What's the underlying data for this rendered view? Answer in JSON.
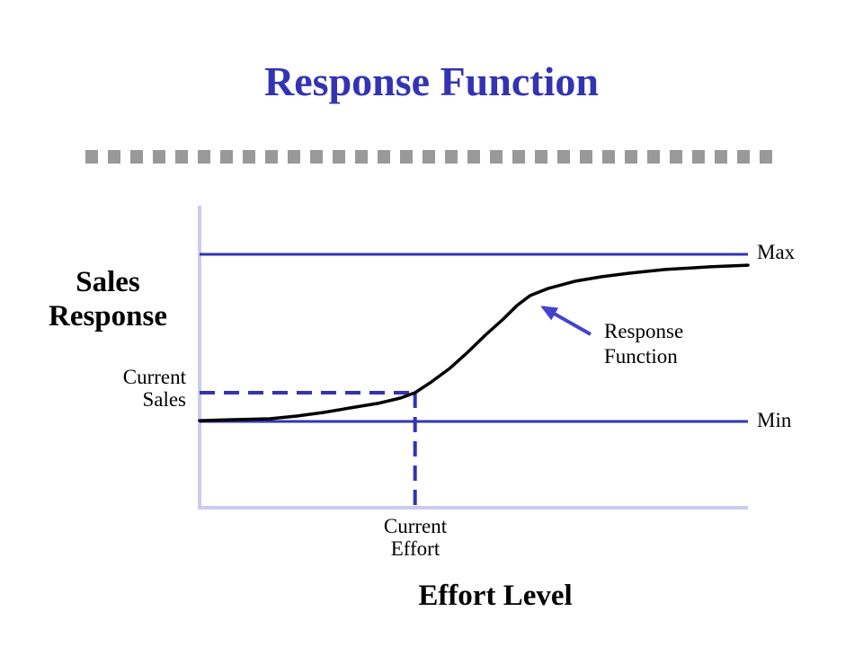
{
  "slide": {
    "title": "Response Function"
  },
  "labels": {
    "y_axis": [
      "Sales",
      "Response"
    ],
    "x_axis": "Effort Level",
    "max": "Max",
    "min": "Min",
    "current_sales": [
      "Current",
      "Sales"
    ],
    "current_effort": [
      "Current",
      "Effort"
    ],
    "annotation": [
      "Response",
      "Function"
    ]
  },
  "colors": {
    "title_blue": "#3333B3",
    "line_blue": "#3333B3",
    "arrow_blue": "#4343CF",
    "axis_lavender": "#CBCBF0",
    "curve_black": "#000000",
    "divider_gray": "#999999",
    "text_black": "#000000",
    "background": "#FFFFFF"
  },
  "chart_data": {
    "type": "line",
    "title": "Response Function",
    "xlabel": "Effort Level",
    "ylabel": "Sales Response",
    "x_range": [
      0,
      1
    ],
    "y_range": [
      0,
      1
    ],
    "grid": false,
    "axes_style": "qualitative - no tick marks or numeric scale; pale lavender axis lines",
    "series": [
      {
        "name": "Response Function",
        "shape": "sigmoid s-curve: flat near Min at low effort, steep rise after current effort, saturating toward Max",
        "points": [
          [
            0.0,
            0.005
          ],
          [
            0.062,
            0.011
          ],
          [
            0.128,
            0.016
          ],
          [
            0.177,
            0.032
          ],
          [
            0.226,
            0.054
          ],
          [
            0.275,
            0.081
          ],
          [
            0.325,
            0.108
          ],
          [
            0.366,
            0.14
          ],
          [
            0.393,
            0.172
          ],
          [
            0.423,
            0.237
          ],
          [
            0.456,
            0.317
          ],
          [
            0.489,
            0.414
          ],
          [
            0.521,
            0.516
          ],
          [
            0.554,
            0.613
          ],
          [
            0.579,
            0.694
          ],
          [
            0.603,
            0.753
          ],
          [
            0.636,
            0.796
          ],
          [
            0.685,
            0.839
          ],
          [
            0.734,
            0.866
          ],
          [
            0.784,
            0.887
          ],
          [
            0.849,
            0.909
          ],
          [
            0.931,
            0.925
          ],
          [
            1.0,
            0.935
          ]
        ]
      }
    ],
    "reference_lines": [
      {
        "id": "max",
        "label": "Max",
        "orientation": "horizontal",
        "y": 1,
        "style": "solid"
      },
      {
        "id": "min",
        "label": "Min",
        "orientation": "horizontal",
        "y": 0,
        "style": "solid"
      },
      {
        "id": "current-sales",
        "label": "Current Sales",
        "orientation": "horizontal",
        "y": 0.172,
        "x_extent": [
          0,
          0.393
        ],
        "style": "dashed"
      },
      {
        "id": "current-effort",
        "label": "Current Effort",
        "orientation": "vertical",
        "x": 0.393,
        "y_span_from": 0.172,
        "style": "dashed"
      }
    ],
    "annotations": [
      {
        "text": "Response Function",
        "points_to": "upper bend of the s-curve",
        "arrow": true
      }
    ],
    "legend": null
  }
}
